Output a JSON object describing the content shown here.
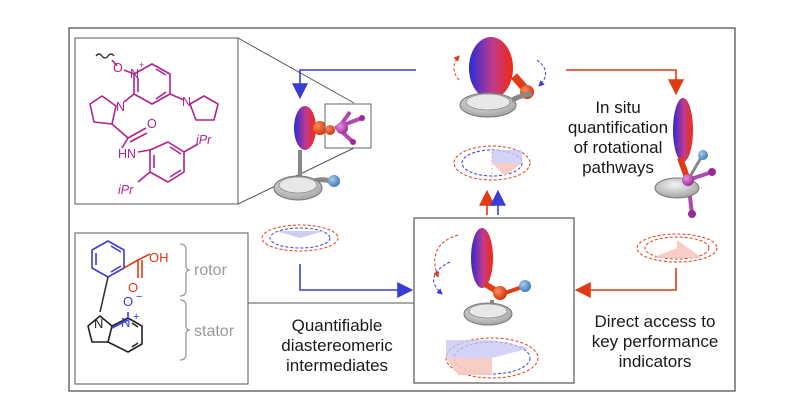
{
  "captions": {
    "in_situ": [
      "In situ",
      "quantification",
      "of rotational",
      "pathways"
    ],
    "quantifiable": [
      "Quantifiable",
      "diastereomeric",
      "intermediates"
    ],
    "direct_access": [
      "Direct access to",
      "key performance",
      "indicators"
    ]
  },
  "labels": {
    "rotor": "rotor",
    "stator": "stator"
  },
  "catalyst_atoms": {
    "n_oxide_o": "O",
    "n_plus": "N",
    "plus_sign": "+",
    "n_pyrrolidine_1": "N",
    "n_pyrrolidine_2": "N",
    "carbonyl_o": "O",
    "amide_nh": "HN",
    "ipr_top": "iPr",
    "ipr_bottom": "iPr"
  },
  "rotor_atoms": {
    "o_carbonyl": "O",
    "oh": "OH",
    "o_minus": "O",
    "minus": "−",
    "n_indole": "N",
    "n_plus": "N",
    "plus": "+"
  },
  "colors": {
    "magenta": "#b0228f",
    "blue": "#3b3bd6",
    "red": "#e23a12",
    "frame": "#555555",
    "stator_gray": "#999999"
  }
}
